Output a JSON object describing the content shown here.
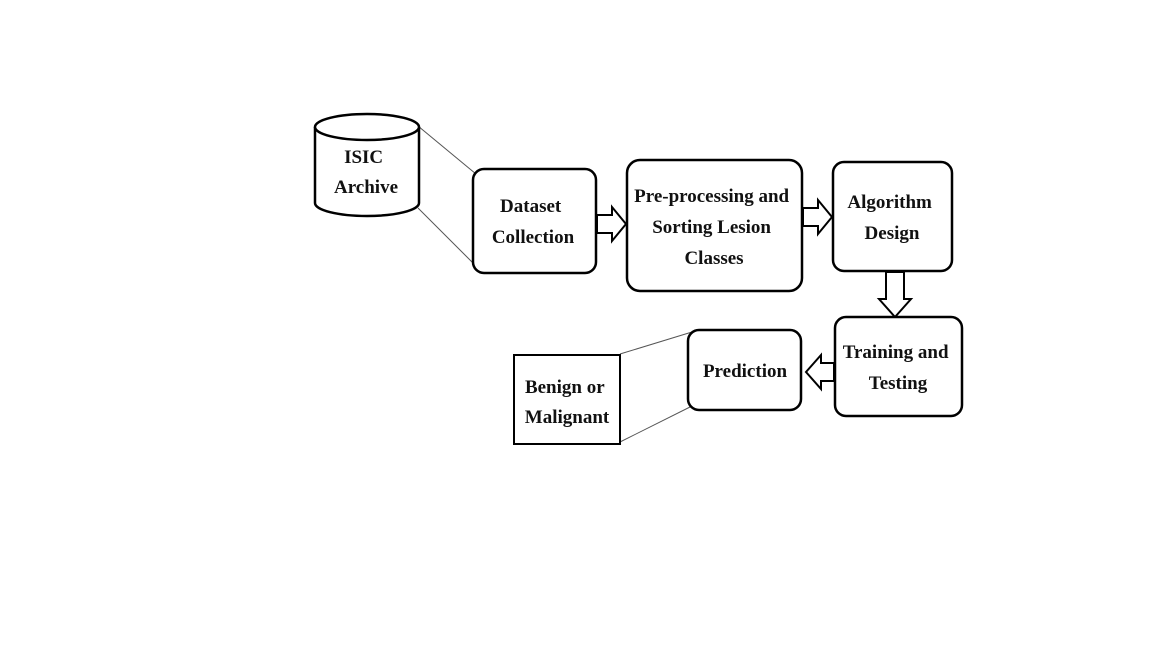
{
  "diagram": {
    "nodes": {
      "isic_archive": {
        "lines": [
          "ISIC",
          "Archive"
        ]
      },
      "dataset_collection": {
        "lines": [
          "Dataset",
          "Collection"
        ]
      },
      "preprocessing": {
        "lines": [
          "Pre-processing and",
          "Sorting  Lesion",
          "Classes"
        ]
      },
      "algorithm_design": {
        "lines": [
          "Algorithm",
          "Design"
        ]
      },
      "training_testing": {
        "lines": [
          "Training and",
          "Testing"
        ]
      },
      "prediction": {
        "lines": [
          "Prediction"
        ]
      },
      "benign_malignant": {
        "lines": [
          "Benign or",
          "Malignant"
        ]
      }
    }
  }
}
